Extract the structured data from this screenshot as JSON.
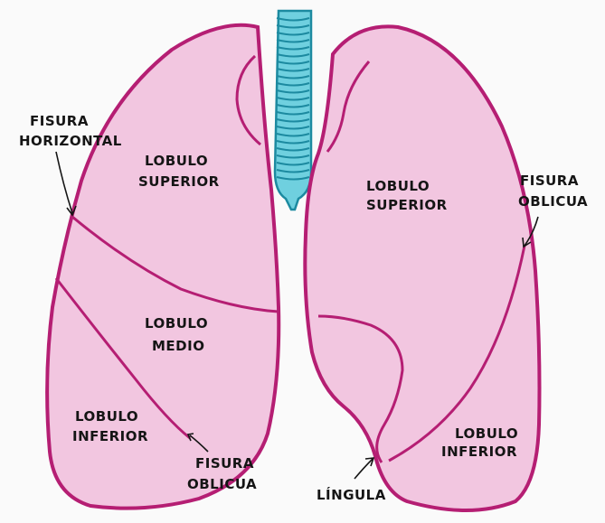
{
  "labels": {
    "left_superior_1": "LOBULO",
    "left_superior_2": "SUPERIOR",
    "left_medio_1": "LOBULO",
    "left_medio_2": "MEDIO",
    "left_inferior_1": "LOBULO",
    "left_inferior_2": "INFERIOR",
    "right_superior_1": "LOBULO",
    "right_superior_2": "SUPERIOR",
    "right_inferior_1": "LOBULO",
    "right_inferior_2": "INFERIOR",
    "fisura_horizontal_1": "FISURA",
    "fisura_horizontal_2": "HORIZONTAL",
    "fisura_oblicua_left_1": "FISURA",
    "fisura_oblicua_left_2": "OBLICUA",
    "fisura_oblicua_right_1": "FISURA",
    "fisura_oblicua_right_2": "OBLICUA",
    "lingula": "LÍNGULA"
  },
  "colors": {
    "lung_fill": "#f2c6e0",
    "lung_outline": "#b51e73",
    "trachea_fill": "#6fd0df",
    "trachea_outline": "#1c8aa0",
    "text": "#151515"
  }
}
